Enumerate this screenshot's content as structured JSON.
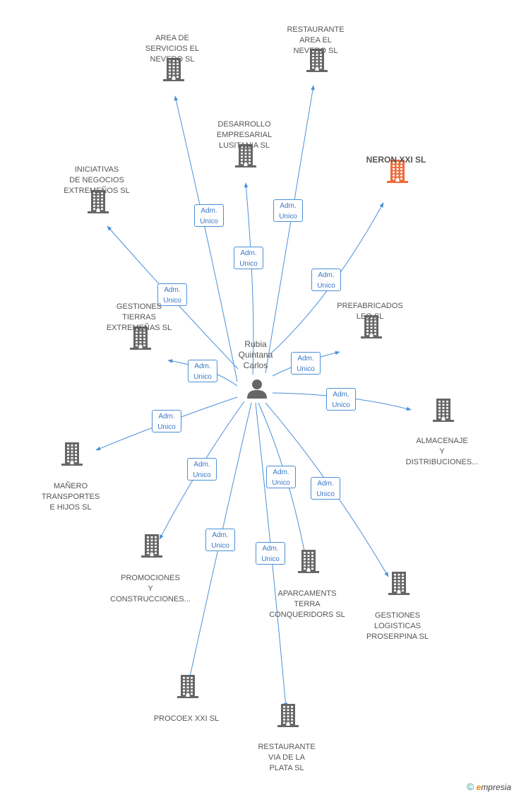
{
  "person": {
    "name": "Rubia\nQuintana\nCarlos"
  },
  "edge_label": "Adm.\nUnico",
  "colors": {
    "edge": "#4a90d9",
    "building": "#666666",
    "building_highlight": "#f26b3a",
    "person": "#666666"
  },
  "nodes": [
    {
      "id": "area-servicios",
      "label": "AREA DE\nSERVICIOS EL\nNEVERO SL",
      "highlight": false
    },
    {
      "id": "restaurante-area",
      "label": "RESTAURANTE\nAREA EL\nNEVERO  SL",
      "highlight": false
    },
    {
      "id": "desarrollo",
      "label": "DESARROLLO\nEMPRESARIAL\nLUSITANIA SL",
      "highlight": false
    },
    {
      "id": "neron",
      "label": "NERON XXI SL",
      "highlight": true
    },
    {
      "id": "iniciativas",
      "label": "INICIATIVAS\nDE NEGOCIOS\nEXTREMEÑOS SL",
      "highlight": false
    },
    {
      "id": "gestiones-tierras",
      "label": "GESTIONES\nTIERRAS\nEXTREMEÑAS SL",
      "highlight": false
    },
    {
      "id": "prefabricados",
      "label": "PREFABRICADOS\nLEO SL",
      "highlight": false
    },
    {
      "id": "almacenaje",
      "label": "ALMACENAJE\nY\nDISTRIBUCIONES...",
      "highlight": false
    },
    {
      "id": "manero",
      "label": "MAÑERO\nTRANSPORTES\nE HIJOS SL",
      "highlight": false
    },
    {
      "id": "promociones",
      "label": "PROMOCIONES\nY\nCONSTRUCCIONES...",
      "highlight": false
    },
    {
      "id": "aparcaments",
      "label": "APARCAMENTS\nTERRA\nCONQUERIDORS SL",
      "highlight": false
    },
    {
      "id": "gestiones-logisticas",
      "label": "GESTIONES\nLOGISTICAS\nPROSERPINA SL",
      "highlight": false
    },
    {
      "id": "procoex",
      "label": "PROCOEX XXI SL",
      "highlight": false
    },
    {
      "id": "restaurante-via",
      "label": "RESTAURANTE\nVIA DE LA\nPLATA SL",
      "highlight": false
    }
  ],
  "footer": {
    "copyright": "©",
    "brand_e": "e",
    "brand_rest": "mpresia"
  }
}
